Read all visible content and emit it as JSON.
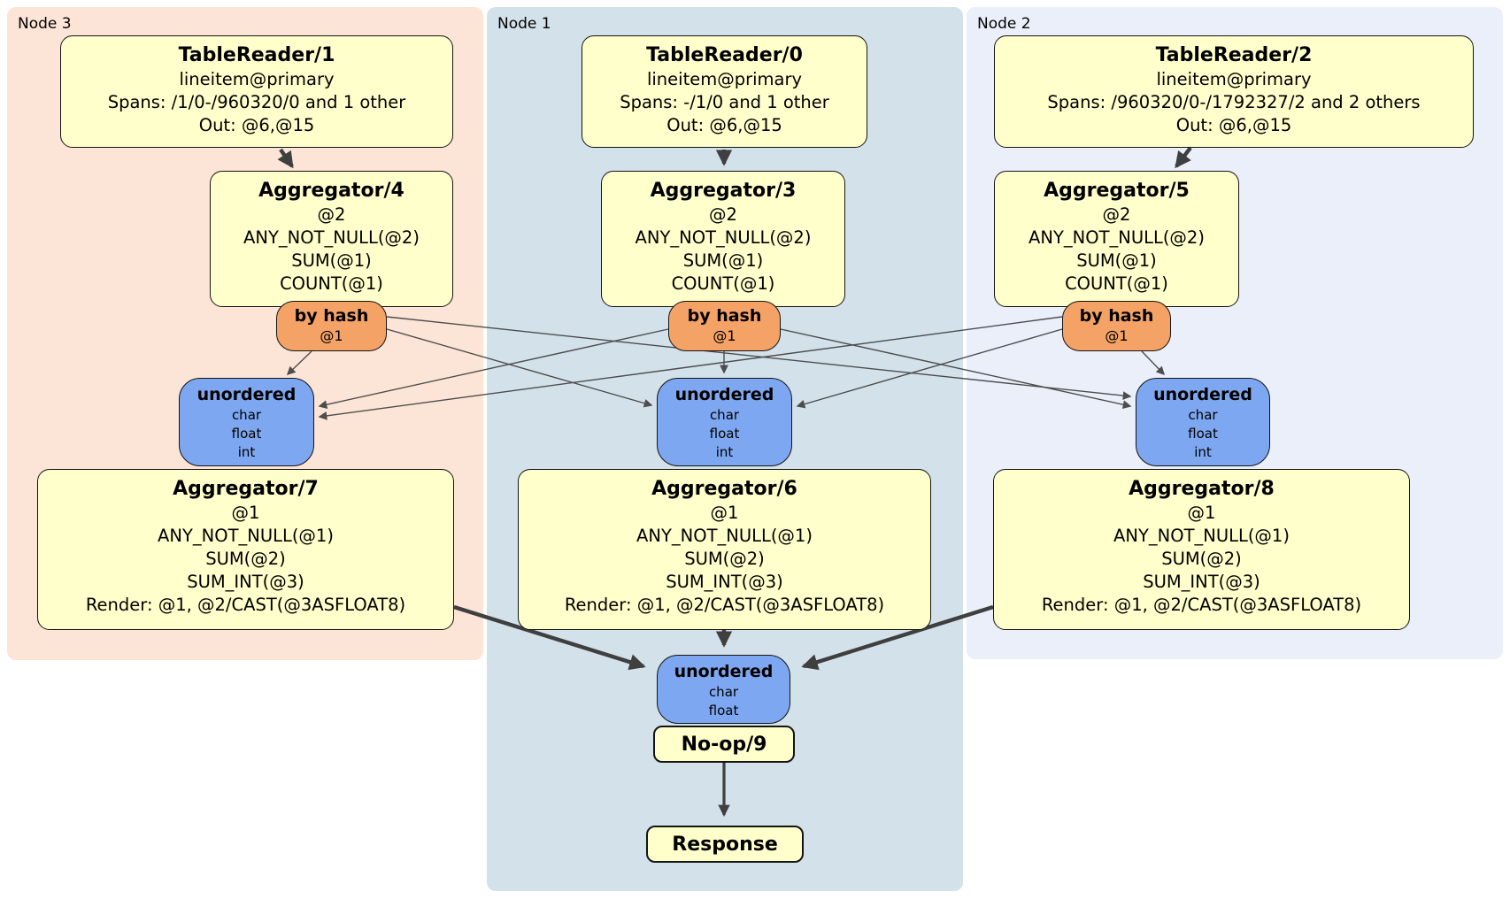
{
  "regions": [
    {
      "label": "Node 3"
    },
    {
      "label": "Node 1"
    },
    {
      "label": "Node 2"
    }
  ],
  "processors": {
    "tr1": {
      "title": "TableReader/1",
      "lines": [
        "lineitem@primary",
        "Spans: /1/0-/960320/0 and 1 other",
        "Out: @6,@15"
      ]
    },
    "tr0": {
      "title": "TableReader/0",
      "lines": [
        "lineitem@primary",
        "Spans: -/1/0 and 1 other",
        "Out: @6,@15"
      ]
    },
    "tr2": {
      "title": "TableReader/2",
      "lines": [
        "lineitem@primary",
        "Spans: /960320/0-/1792327/2 and 2 others",
        "Out: @6,@15"
      ]
    },
    "agg4": {
      "title": "Aggregator/4",
      "lines": [
        "@2",
        "ANY_NOT_NULL(@2)",
        "SUM(@1)",
        "COUNT(@1)"
      ]
    },
    "agg3": {
      "title": "Aggregator/3",
      "lines": [
        "@2",
        "ANY_NOT_NULL(@2)",
        "SUM(@1)",
        "COUNT(@1)"
      ]
    },
    "agg5": {
      "title": "Aggregator/5",
      "lines": [
        "@2",
        "ANY_NOT_NULL(@2)",
        "SUM(@1)",
        "COUNT(@1)"
      ]
    },
    "agg7": {
      "title": "Aggregator/7",
      "lines": [
        "@1",
        "ANY_NOT_NULL(@1)",
        "SUM(@2)",
        "SUM_INT(@3)",
        "Render: @1, @2/CAST(@3ASFLOAT8)"
      ]
    },
    "agg6": {
      "title": "Aggregator/6",
      "lines": [
        "@1",
        "ANY_NOT_NULL(@1)",
        "SUM(@2)",
        "SUM_INT(@3)",
        "Render: @1, @2/CAST(@3ASFLOAT8)"
      ]
    },
    "agg8": {
      "title": "Aggregator/8",
      "lines": [
        "@1",
        "ANY_NOT_NULL(@1)",
        "SUM(@2)",
        "SUM_INT(@3)",
        "Render: @1, @2/CAST(@3ASFLOAT8)"
      ]
    },
    "noop9": {
      "title": "No-op/9"
    },
    "response": {
      "title": "Response"
    }
  },
  "routers": {
    "hash3": {
      "title": "by hash",
      "detail": "@1"
    },
    "hash1": {
      "title": "by hash",
      "detail": "@1"
    },
    "hash2": {
      "title": "by hash",
      "detail": "@1"
    }
  },
  "syncs": {
    "un3": {
      "title": "unordered",
      "types": [
        "char",
        "float",
        "int"
      ]
    },
    "un1": {
      "title": "unordered",
      "types": [
        "char",
        "float",
        "int"
      ]
    },
    "un2": {
      "title": "unordered",
      "types": [
        "char",
        "float",
        "int"
      ]
    },
    "unFinal": {
      "title": "unordered",
      "types": [
        "char",
        "float"
      ]
    }
  },
  "colors": {
    "node3_bg": "#fce4d6",
    "node1_bg": "#d3e1ea",
    "node2_bg": "#eaeffa",
    "processor_bg": "#ffffcc",
    "router_bg": "#f4a266",
    "sync_bg": "#7da7f0",
    "edge_thin": "#4d4d4d",
    "edge_thick": "#3f3f3f"
  }
}
